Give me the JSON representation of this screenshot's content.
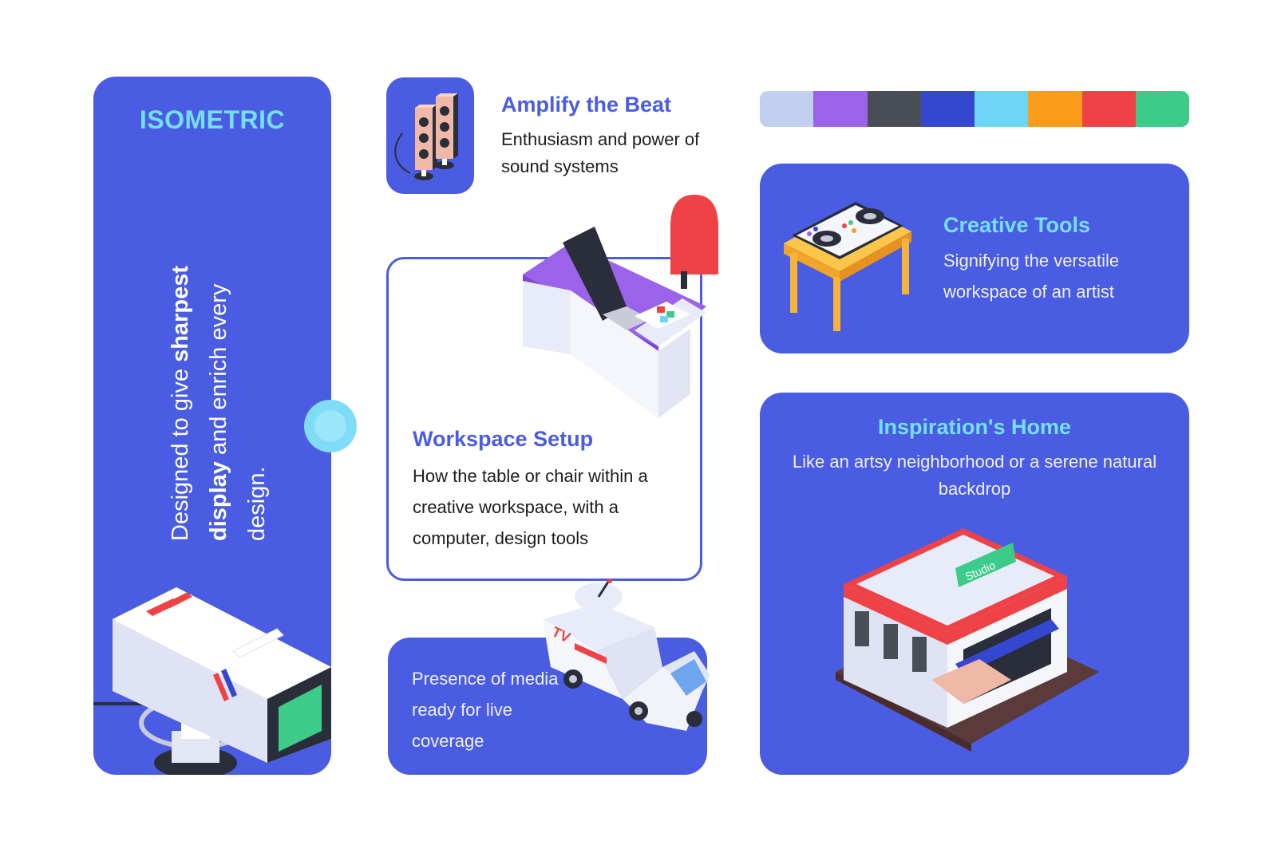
{
  "left": {
    "title": "ISOMETRIC",
    "text_plain_1": "Designed to give ",
    "text_bold_1": "sharpest",
    "text_bold_2": "display",
    "text_plain_2": " and enrich every design.",
    "illustration": "broadcast-camera-icon"
  },
  "beat": {
    "title": "Amplify the Beat",
    "description": "Enthusiasm and power of sound systems",
    "illustration": "speakers-icon"
  },
  "palette": {
    "colors": [
      "#c2d0ef",
      "#9b62ea",
      "#4a4f57",
      "#3447d0",
      "#6dd6f5",
      "#fc9c1d",
      "#ee4246",
      "#3dcb89"
    ]
  },
  "creative_tools": {
    "title": "Creative Tools",
    "description": "Signifying the versatile workspace of an artist",
    "illustration": "dj-mixer-table-icon"
  },
  "workspace": {
    "title": "Workspace Setup",
    "description": "How the table or chair within a creative workspace, with a computer, design tools",
    "illustration": "desk-laptop-chair-icon"
  },
  "media": {
    "description": "Presence of media ready for live coverage",
    "illustration": "tv-truck-icon"
  },
  "inspiration": {
    "title": "Inspiration's Home",
    "description": "Like an artsy neighborhood or a serene natural backdrop",
    "sign": "Studio",
    "illustration": "studio-building-icon"
  },
  "colors": {
    "panel": "#4a5ce2",
    "accent_cyan": "#74e0f5",
    "text_dark": "#1c1c1c"
  }
}
